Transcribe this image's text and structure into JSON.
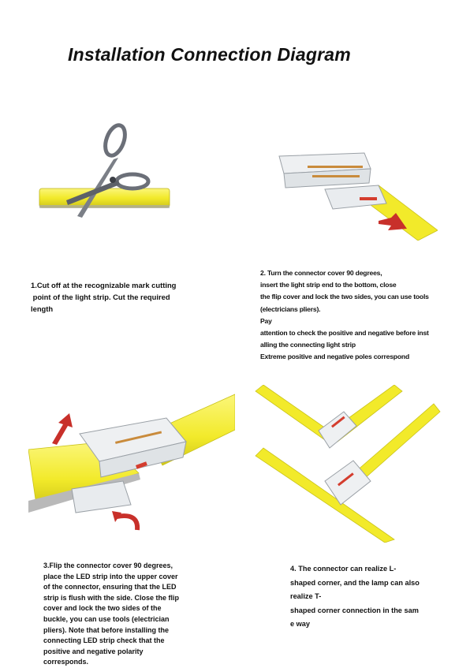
{
  "title": "Installation Connection Diagram",
  "steps": [
    {
      "lines": [
        "1.Cut off at the recognizable mark cutting",
        " point of the light strip. Cut the required",
        "length"
      ]
    },
    {
      "lines": [
        "2. Turn the connector cover 90 degrees,",
        "insert the light strip end to the bottom, close",
        "the flip cover and lock the two sides, you can use tools",
        "(electricians pliers).",
        "Pay",
        "attention to check the positive and negative before inst",
        "alling the connecting light strip",
        "Extreme positive and negative poles correspond"
      ]
    },
    {
      "lines": [
        "3.Flip the connector cover 90 degrees,",
        "place the LED strip into the upper cover",
        "of the connector, ensuring that the LED",
        "strip is flush with the side. Close the flip",
        "cover and lock the two sides of the",
        "buckle, you can use tools (electrician",
        "pliers). Note that before installing the",
        "connecting LED strip check that the",
        "positive and negative polarity",
        "corresponds."
      ]
    },
    {
      "lines": [
        "4. The connector can realize L-",
        "shaped corner, and the lamp can also",
        "realize T-",
        "shaped corner connection in the sam",
        "e way"
      ]
    }
  ],
  "colors": {
    "strip": "#f2ea2a",
    "strip_edge": "#c9c21a",
    "arrow": "#c8302a",
    "connector": "#eef0f2"
  },
  "icons": [
    "scissors-icon",
    "connector-icon",
    "red-arrow-icon",
    "red-rotate-arrow-icon"
  ]
}
